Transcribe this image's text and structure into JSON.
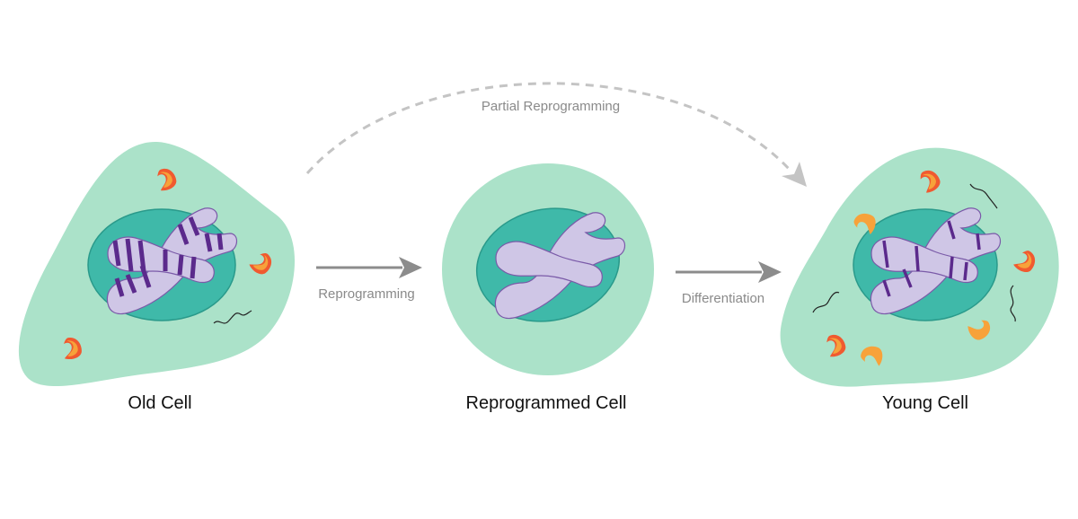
{
  "labels": {
    "old_cell": "Old Cell",
    "reprogrammed_cell": "Reprogrammed Cell",
    "young_cell": "Young Cell",
    "reprogramming": "Reprogramming",
    "differentiation": "Differentiation",
    "partial_reprogramming": "Partial Reprogramming"
  },
  "colors": {
    "cytoplasm": "#abe2c9",
    "nucleus": "#3fb9a9",
    "nucleus_edge": "#2a9a8b",
    "chromosome": "#cfc6e6",
    "chromosome_band": "#5b2a8c",
    "mito_outer": "#f05a30",
    "mito_inner": "#f7a23a",
    "arrow": "#8c8c8c",
    "dashed_arrow": "#c4c4c4"
  }
}
